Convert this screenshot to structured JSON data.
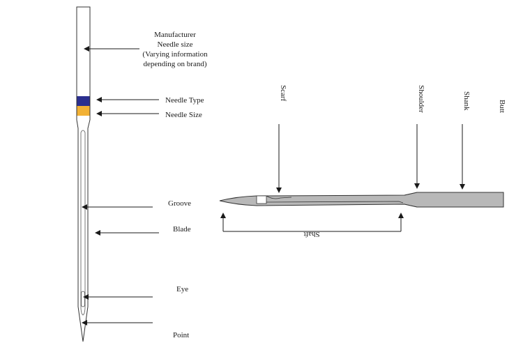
{
  "front_view": {
    "labels": {
      "manufacturer_line1": "Manufacturer",
      "manufacturer_line2": "Needle size",
      "manufacturer_line3": "(Varying information",
      "manufacturer_line4": "depending on brand)",
      "needle_type": "Needle Type",
      "needle_size": "Needle Size",
      "groove": "Groove",
      "blade": "Blade",
      "eye": "Eye",
      "point": "Point"
    },
    "colors": {
      "needle_type_band": "#2b2f8f",
      "needle_size_band": "#f2b134"
    }
  },
  "side_view": {
    "labels": {
      "scarf": "Scarf",
      "shoulder": "Shoulder",
      "shank": "Shank",
      "butt": "Butt",
      "shaft": "Shaft"
    },
    "colors": {
      "body_fill": "#b8b8b8"
    }
  }
}
